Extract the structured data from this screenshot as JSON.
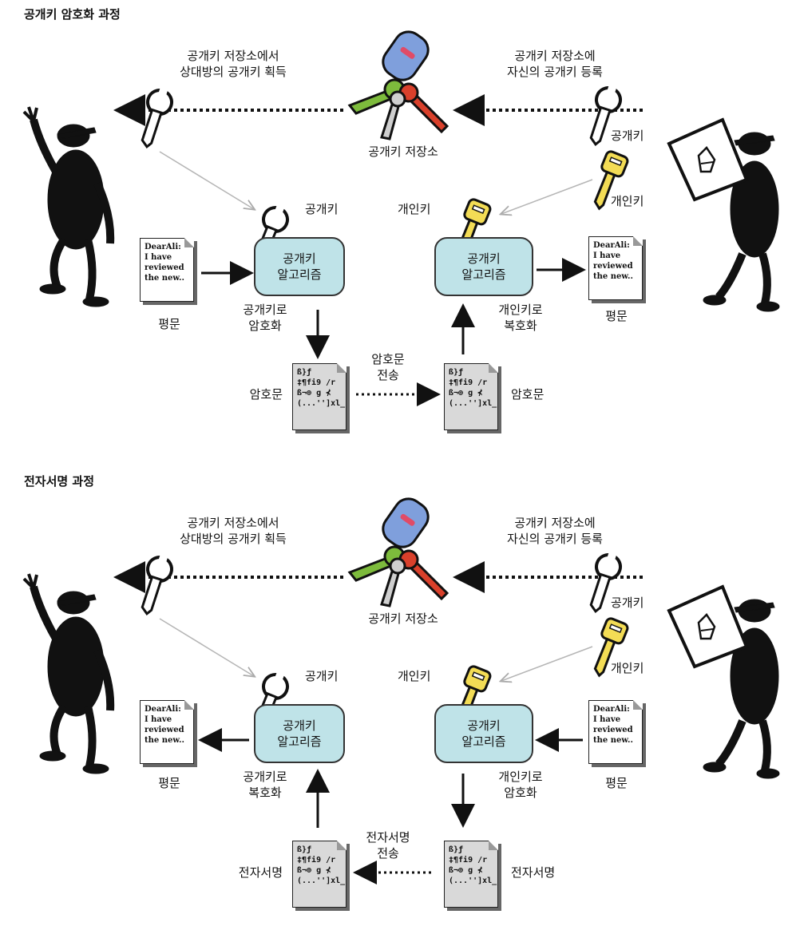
{
  "colors": {
    "algo_box": "#bfe3e8",
    "public_key": "#ffffff",
    "private_key": "#f3dc55",
    "keyring_green": "#7dbb3c",
    "keyring_red": "#d9402b",
    "keyring_blue": "#7f9fdc"
  },
  "encryption": {
    "title": "공개키 암호화 과정",
    "left_top_label": [
      "공개키 저장소에서",
      "상대방의 공개키 획득"
    ],
    "right_top_label": [
      "공개키 저장소에",
      "자신의 공개키 등록"
    ],
    "keystore_label": "공개키 저장소",
    "right_public_key_label": "공개키",
    "right_private_key_label": "개인키",
    "center_left_key_label": "공개키",
    "center_right_key_label": "개인키",
    "left_box": [
      "공개키",
      "알고리즘"
    ],
    "right_box": [
      "공개키",
      "알고리즘"
    ],
    "left_doc_label": "평문",
    "right_doc_label": "평문",
    "left_op_label": [
      "공개키로",
      "암호화"
    ],
    "right_op_label": [
      "개인키로",
      "복호화"
    ],
    "transfer_label": [
      "암호문",
      "전송"
    ],
    "left_cipher_label": "암호문",
    "right_cipher_label": "암호문",
    "plaintext_lines": [
      "DearAli:",
      "I have",
      "reviewed",
      "the new.."
    ],
    "cipher_lines": [
      "ß}ƒ",
      "‡¶fi9 /r",
      "ß¬⊕ g ⊀",
      "(...'']xl_"
    ]
  },
  "signature": {
    "title": "전자서명 과정",
    "left_top_label": [
      "공개키 저장소에서",
      "상대방의 공개키 획득"
    ],
    "right_top_label": [
      "공개키 저장소에",
      "자신의 공개키 등록"
    ],
    "keystore_label": "공개키 저장소",
    "right_public_key_label": "공개키",
    "right_private_key_label": "개인키",
    "center_left_key_label": "공개키",
    "center_right_key_label": "개인키",
    "left_box": [
      "공개키",
      "알고리즘"
    ],
    "right_box": [
      "공개키",
      "알고리즘"
    ],
    "left_doc_label": "평문",
    "right_doc_label": "평문",
    "left_op_label": [
      "공개키로",
      "복호화"
    ],
    "right_op_label": [
      "개인키로",
      "암호화"
    ],
    "transfer_label": [
      "전자서명",
      "전송"
    ],
    "left_cipher_label": "전자서명",
    "right_cipher_label": "전자서명",
    "plaintext_lines": [
      "DearAli:",
      "I have",
      "reviewed",
      "the new.."
    ],
    "cipher_lines": [
      "ß}ƒ",
      "‡¶fi9 /r",
      "ß¬⊕ g ⊀",
      "(...'']xl_"
    ]
  }
}
